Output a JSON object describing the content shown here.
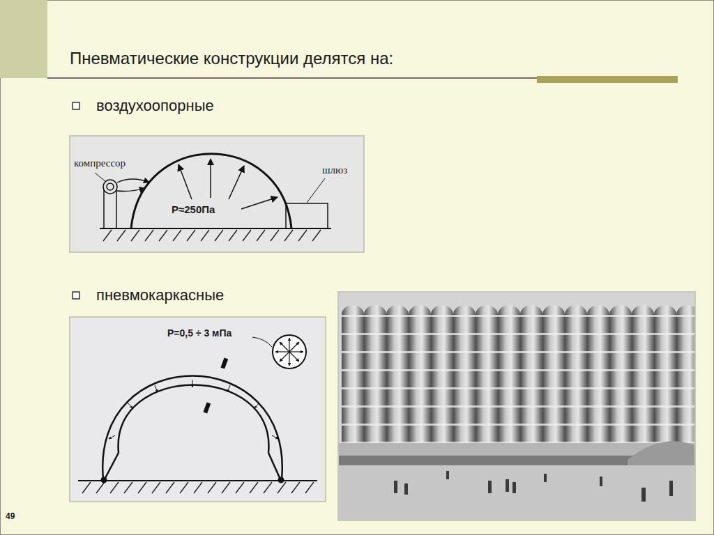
{
  "diagram": {
    "title": "Пневматические конструкции делятся на:",
    "labels": [
      "воздухоопорные",
      "компрессор",
      "шлюз",
      "P≈250Па",
      "пневмокаркасные",
      "P=0,5 ÷ 3 мПа",
      "49"
    ]
  }
}
